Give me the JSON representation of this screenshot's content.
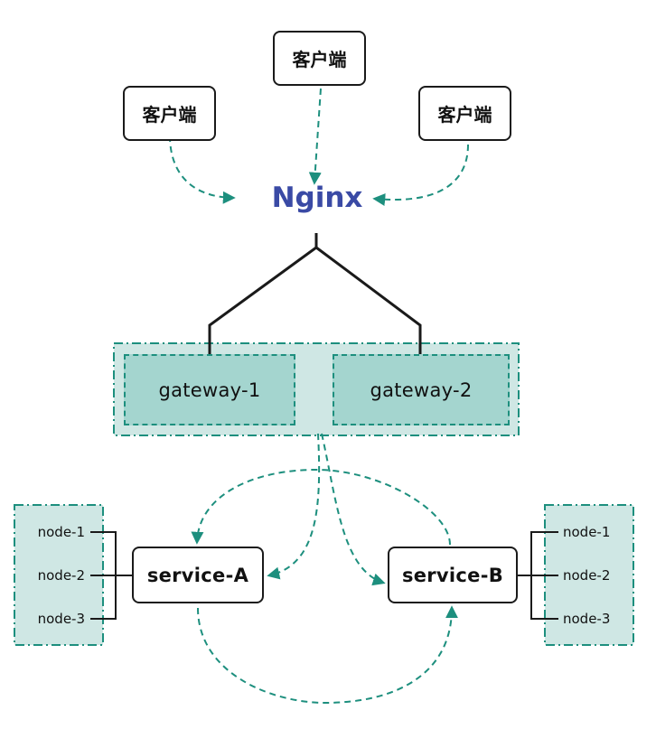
{
  "clients": [
    {
      "label": "客户端"
    },
    {
      "label": "客户端"
    },
    {
      "label": "客户端"
    }
  ],
  "proxy": {
    "label": "Nginx",
    "color": "#3a4aa5"
  },
  "gateways": [
    {
      "label": "gateway-1"
    },
    {
      "label": "gateway-2"
    }
  ],
  "services": [
    {
      "label": "service-A",
      "nodes": [
        "node-1",
        "node-2",
        "node-3"
      ]
    },
    {
      "label": "service-B",
      "nodes": [
        "node-1",
        "node-2",
        "node-3"
      ]
    }
  ],
  "colors": {
    "arrow": "#1d8f7e",
    "gateway_fill": "#a4d5cf",
    "cluster_fill": "#cfe7e4",
    "line": "#1a1a1a"
  }
}
